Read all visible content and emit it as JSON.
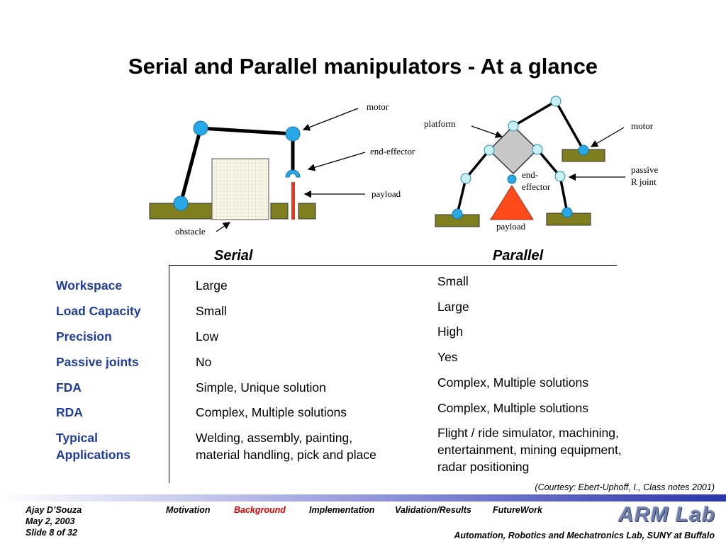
{
  "slide": {
    "title": "Serial and Parallel manipulators - At a glance"
  },
  "diagram": {
    "serial_labels": {
      "motor": "motor",
      "end_effector": "end-effector",
      "payload": "payload",
      "obstacle": "obstacle"
    },
    "parallel_labels": {
      "platform": "platform",
      "motor": "motor",
      "passive1": "passive",
      "passive2": "R joint",
      "end1": "end-",
      "end2": "effector",
      "payload": "payload"
    },
    "colors": {
      "base": "#7f7f1f",
      "joint": "#29a8e8",
      "obstacle": "#f7f5e6",
      "payload_red": "#e03a20",
      "platform": "#c8c8c8"
    }
  },
  "table": {
    "columns": [
      "Serial",
      "Parallel"
    ],
    "rows": [
      {
        "label": "Workspace",
        "serial": "Large",
        "parallel": "Small"
      },
      {
        "label": "Load Capacity",
        "serial": "Small",
        "parallel": "Large"
      },
      {
        "label": "Precision",
        "serial": "Low",
        "parallel": "High"
      },
      {
        "label": "Passive joints",
        "serial": "No",
        "parallel": "Yes"
      },
      {
        "label": "FDA",
        "serial": "Simple, Unique solution",
        "parallel": "Complex, Multiple solutions"
      },
      {
        "label": "RDA",
        "serial": "Complex, Multiple solutions",
        "parallel": "Complex, Multiple solutions"
      },
      {
        "label": "Typical Applications",
        "serial": "Welding, assembly, painting, material handling, pick and place",
        "parallel": "Flight / ride simulator, machining, entertainment, mining equipment, radar positioning"
      }
    ],
    "courtesy": "(Courtesy: Ebert-Uphoff, I., Class notes 2001)"
  },
  "footer": {
    "author": "Ajay D’Souza",
    "date": "May 2, 2003",
    "slide_no": "Slide 8 of 32",
    "nav": [
      "Motivation",
      "Background",
      "Implementation",
      "Validation/Results",
      "FutureWork"
    ],
    "active_nav": "Background",
    "lab": "Automation, Robotics and Mechatronics Lab, SUNY at Buffalo",
    "logo": "ARM Lab"
  }
}
